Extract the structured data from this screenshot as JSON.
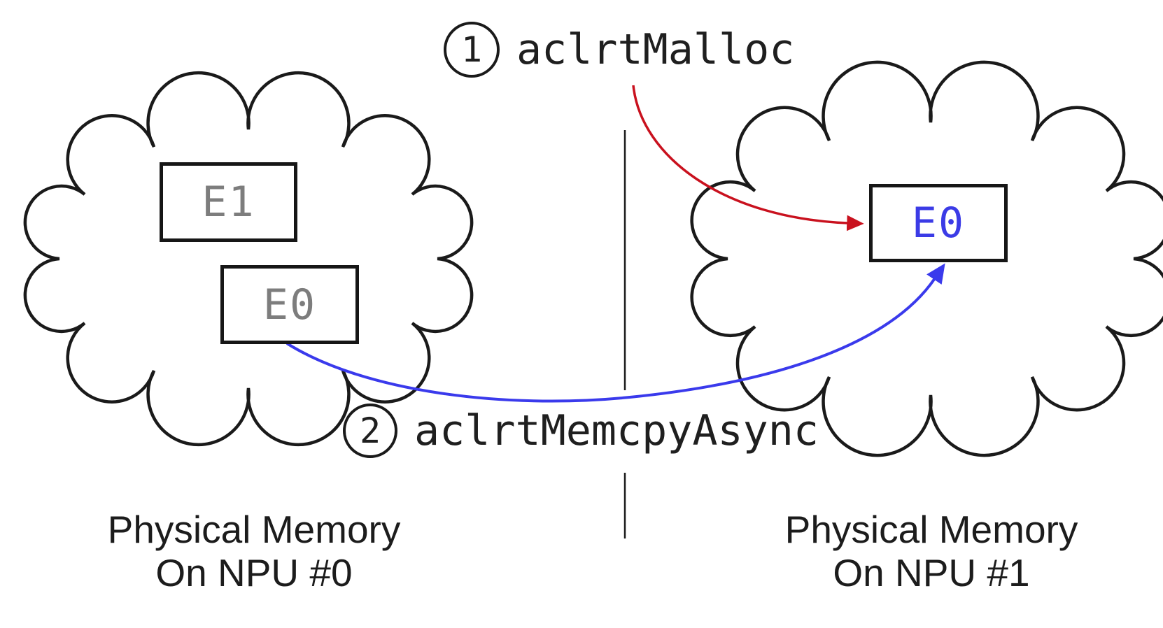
{
  "diagram": {
    "steps": [
      {
        "number": "1",
        "label": "aclrtMalloc"
      },
      {
        "number": "2",
        "label": "aclrtMemcpyAsync"
      }
    ],
    "clouds": [
      {
        "caption_line1": "Physical Memory",
        "caption_line2": "On NPU #0",
        "blocks": [
          {
            "label": "E1"
          },
          {
            "label": "E0"
          }
        ]
      },
      {
        "caption_line1": "Physical Memory",
        "caption_line2": "On NPU #1",
        "blocks": [
          {
            "label": "E0"
          }
        ]
      }
    ],
    "colors": {
      "outline": "#1a1a1a",
      "malloc_arrow": "#c9111e",
      "memcpy_arrow": "#3a3aec",
      "allocated_block_text": "#3b3be6",
      "existing_block_text": "#7d7d7d"
    }
  }
}
